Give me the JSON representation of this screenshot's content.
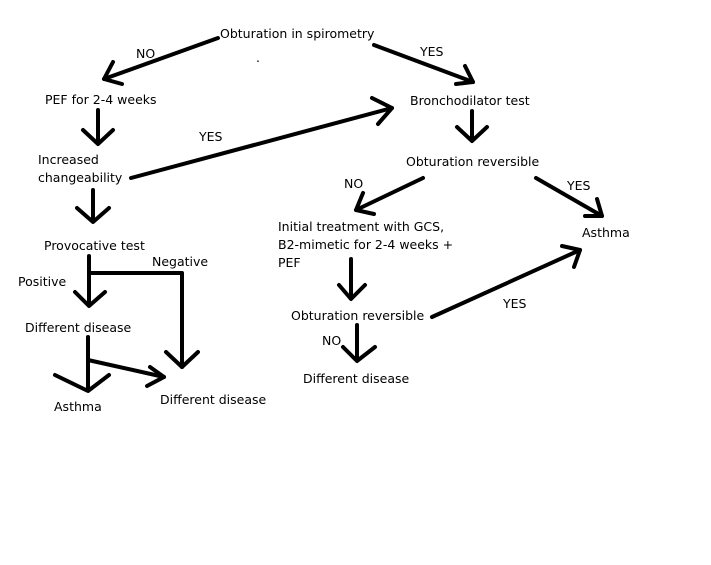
{
  "nodes": {
    "obturation_spirometry": "Obturation in spirometry",
    "pef_weeks": "PEF for 2-4 weeks",
    "increased_changeability_1": "Increased",
    "increased_changeability_2": "changeability",
    "bronchodilator_test": "Bronchodilator test",
    "obturation_reversible_1": "Obturation reversible",
    "provocative_test": "Provocative test",
    "initial_treatment_1": "Initial treatment with GCS,",
    "initial_treatment_2": "B2-mimetic for 2-4 weeks +",
    "initial_treatment_3": "PEF",
    "asthma_right": "Asthma",
    "different_disease_left": "Different disease",
    "obturation_reversible_2": "Obturation reversible",
    "different_disease_center": "Different disease",
    "asthma_left": "Asthma",
    "different_disease_bottom": "Different disease"
  },
  "edge_labels": {
    "no_top": "NO",
    "yes_top": "YES",
    "yes_changeability": "YES",
    "no_reversible": "NO",
    "yes_reversible": "YES",
    "negative": "Negative",
    "positive": "Positive",
    "no_second": "NO",
    "yes_second": "YES"
  },
  "marks": {
    "dot": "."
  }
}
